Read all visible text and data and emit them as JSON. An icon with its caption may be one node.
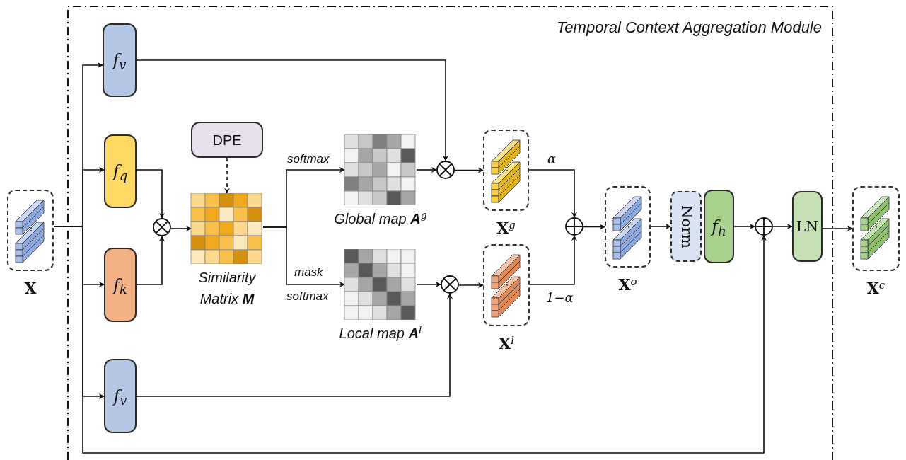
{
  "diagram": {
    "nodes": [
      {
        "text": [
          "Temporal Context Aggregation Module"
        ]
      },
      {
        "text": [
          "X"
        ]
      },
      {
        "text": [
          "f$_{v}$"
        ],
        "in": 0
      },
      {
        "text": [
          "f$_{q}$"
        ],
        "in": 0
      },
      {
        "text": [
          "f$_{k}$"
        ],
        "in": 0
      },
      {
        "text": [
          "f$_{v}$"
        ],
        "in": 0
      },
      {
        "text": [],
        "shape": "multiply",
        "in": 0
      },
      {
        "text": [
          "DPE"
        ],
        "in": 0
      },
      {
        "text": [
          "Similarity Matrix **M**"
        ],
        "in": 0
      },
      {
        "text": [
          "Global map **A**$^{g}$"
        ],
        "in": 0
      },
      {
        "text": [
          "Local map **A**$^{l}$"
        ],
        "in": 0
      },
      {
        "text": [],
        "shape": "multiply",
        "in": 0
      },
      {
        "text": [],
        "shape": "multiply",
        "in": 0
      },
      {
        "text": [
          "X$^{g}$"
        ],
        "in": 0
      },
      {
        "text": [
          "X$^{l}$"
        ],
        "in": 0
      },
      {
        "text": [],
        "shape": "add",
        "in": 0
      },
      {
        "text": [
          "X$^{o}$"
        ],
        "in": 0
      },
      {
        "text": [
          "Norm"
        ],
        "in": 0
      },
      {
        "text": [
          "f$_{h}$"
        ],
        "in": 0
      },
      {
        "text": [],
        "shape": "add",
        "in": 0
      },
      {
        "text": [
          "LN"
        ],
        "in": 0
      },
      {
        "text": [
          "X$^{c}$"
        ]
      }
    ],
    "edges": [
      {
        "from": 1,
        "to": 2,
        "arrow": "to"
      },
      {
        "from": 1,
        "to": 3,
        "arrow": "to"
      },
      {
        "from": 1,
        "to": 4,
        "arrow": "to"
      },
      {
        "from": 1,
        "to": 5,
        "arrow": "to"
      },
      {
        "from": 1,
        "to": 19,
        "arrow": "to"
      },
      {
        "from": 3,
        "to": 6,
        "arrow": "to"
      },
      {
        "from": 4,
        "to": 6,
        "arrow": "to"
      },
      {
        "from": 6,
        "to": 8,
        "arrow": "to"
      },
      {
        "from": 7,
        "to": 8,
        "arrow": "to",
        "style": "dashed"
      },
      {
        "from": 8,
        "to": 9,
        "arrow": "to",
        "label": "softmax"
      },
      {
        "from": 8,
        "to": 10,
        "arrow": "to",
        "label": "mask"
      },
      {
        "from": 9,
        "to": 11,
        "arrow": "to"
      },
      {
        "from": 2,
        "to": 11,
        "arrow": "to"
      },
      {
        "from": 11,
        "to": 13,
        "arrow": "to"
      },
      {
        "from": 10,
        "to": 12,
        "arrow": "to"
      },
      {
        "from": 5,
        "to": 12,
        "arrow": "to"
      },
      {
        "from": 12,
        "to": 14,
        "arrow": "to"
      },
      {
        "from": 13,
        "to": 15,
        "arrow": "to",
        "label": "α"
      },
      {
        "from": 14,
        "to": 15,
        "arrow": "to",
        "label": "1−α"
      },
      {
        "from": 15,
        "to": 16,
        "arrow": "to"
      },
      {
        "from": 16,
        "to": 17,
        "arrow": "to"
      },
      {
        "from": 18,
        "to": 19,
        "arrow": "to"
      },
      {
        "from": 19,
        "to": 20,
        "arrow": "to"
      },
      {
        "from": 20,
        "to": 21,
        "arrow": "to"
      }
    ],
    "labels": [
      "softmax"
    ]
  }
}
